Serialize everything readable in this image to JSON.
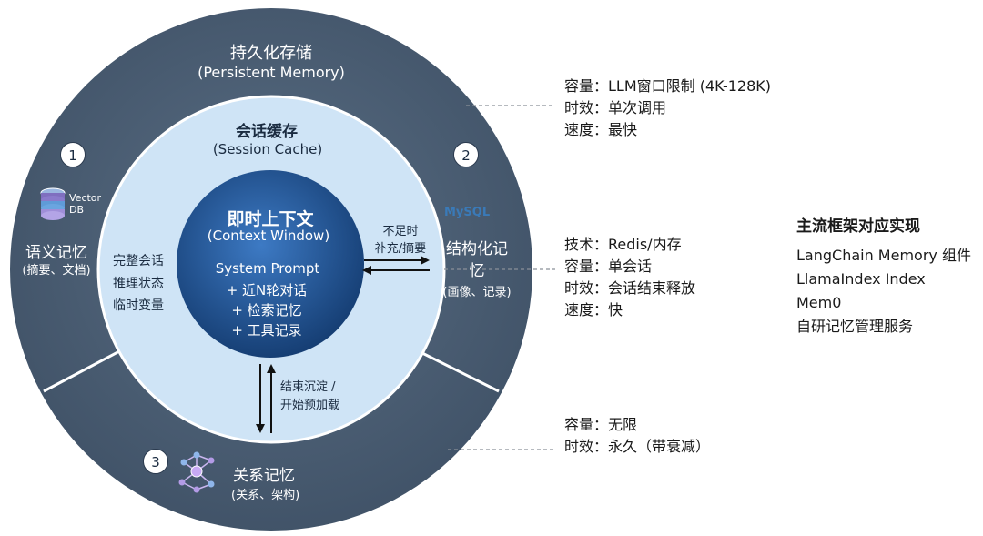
{
  "rings": {
    "outer": {
      "title": "持久化存储",
      "subtitle": "(Persistent Memory)"
    },
    "middle": {
      "title": "会话缓存",
      "subtitle": "(Session Cache)",
      "items": [
        "完整会话",
        "推理状态",
        "临时变量"
      ]
    },
    "core": {
      "title": "即时上下文",
      "subtitle": "(Context Window)",
      "lines": [
        "System Prompt",
        "+ 近N轮对话",
        "+ 检索记忆",
        "+ 工具记录"
      ]
    }
  },
  "flows": {
    "right": [
      "不足时",
      "补充/摘要"
    ],
    "down": [
      "结束沉淀 /",
      "开始预加载"
    ]
  },
  "segments": [
    {
      "number": "1",
      "title": "语义记忆",
      "subtitle": "(摘要、文档)",
      "icon_label": [
        "Vector",
        "DB"
      ],
      "icon": "database-icon"
    },
    {
      "number": "2",
      "title": "结构化记忆",
      "subtitle": "(画像、记录)",
      "icon_label": "MySQL",
      "icon": "mysql-logo"
    },
    {
      "number": "3",
      "title": "关系记忆",
      "subtitle": "(关系、架构)",
      "icon": "graph-network-icon"
    }
  ],
  "notes": {
    "context": [
      "容量：LLM窗口限制 (4K-128K)",
      "时效：单次调用",
      "速度：最快"
    ],
    "session": [
      "技术：Redis/内存",
      "容量：单会话",
      "时效：会话结束释放",
      "速度：快"
    ],
    "persistent": [
      "容量：无限",
      "时效：永久（带衰减）"
    ]
  },
  "frameworks": {
    "title": "主流框架对应实现",
    "items": [
      "LangChain Memory 组件",
      "LlamaIndex Index",
      "Mem0",
      "自研记忆管理服务"
    ]
  },
  "colors": {
    "outer_ring": "#4a5d72",
    "middle_ring": "#cfe4f6",
    "core": "#1d4f8c",
    "accent_mysql": "#3a7ab8"
  }
}
